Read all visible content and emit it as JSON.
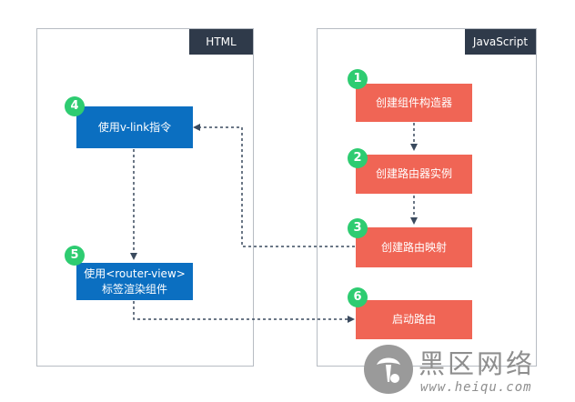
{
  "panels": {
    "html": {
      "tag": "HTML"
    },
    "javascript": {
      "tag": "JavaScript"
    }
  },
  "steps": [
    {
      "number": "1",
      "label": "创建组件构造器"
    },
    {
      "number": "2",
      "label": "创建路由器实例"
    },
    {
      "number": "3",
      "label": "创建路由映射"
    },
    {
      "number": "4",
      "label": "使用v-link指令"
    },
    {
      "number": "5",
      "label_line1": "使用<router-view>",
      "label_line2": "标签渲染组件"
    },
    {
      "number": "6",
      "label": "启动路由"
    }
  ],
  "watermark": {
    "title": "黑区网络",
    "subtitle": "www.heiqu.com"
  },
  "colors": {
    "blue_box": "#0b6fc1",
    "red_box": "#f06555",
    "badge": "#2ecc71",
    "panel_tag": "#2f3a4a",
    "connector": "#3a4a5e"
  }
}
